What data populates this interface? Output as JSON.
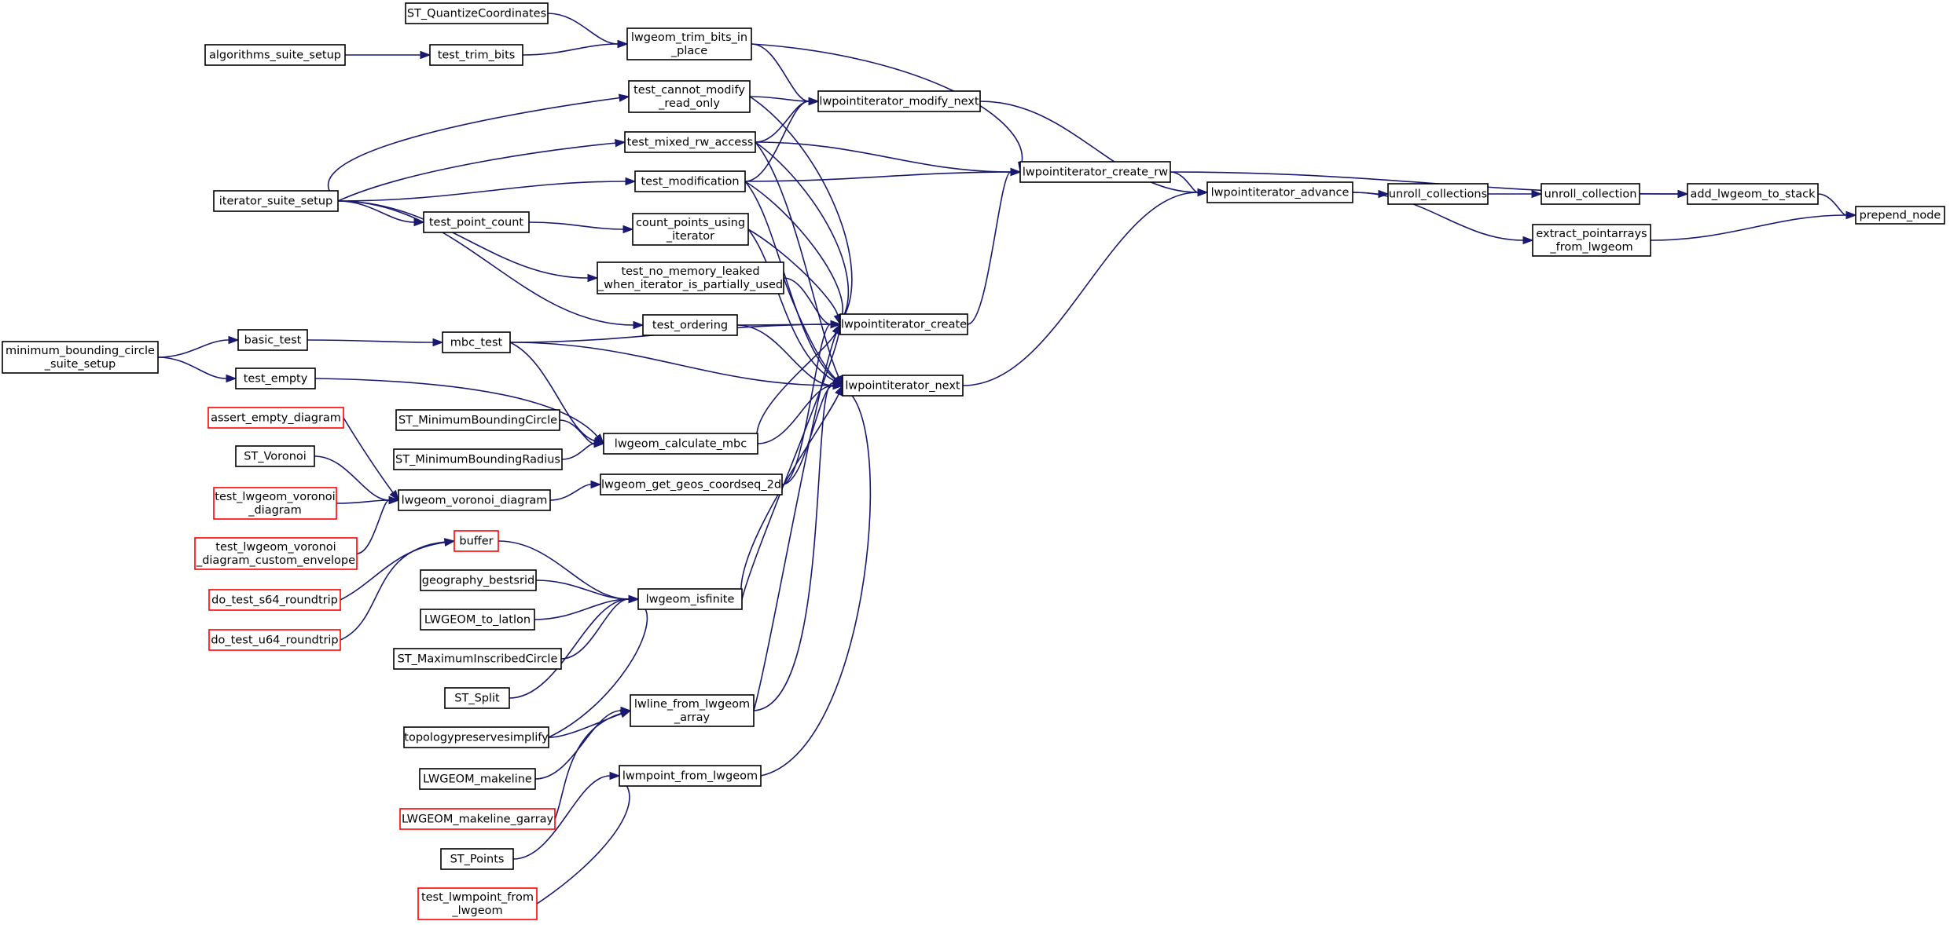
{
  "colors": {
    "edge": "#191970",
    "node_border": "#000000",
    "node_border_external": "#ff0000",
    "focus_fill": "#bfbfbf"
  },
  "nodes": [
    {
      "id": "prepend_node",
      "lines": [
        "prepend_node"
      ],
      "kind": "focus"
    },
    {
      "id": "add_lwgeom_to_stack",
      "lines": [
        "add_lwgeom_to_stack"
      ],
      "kind": "normal"
    },
    {
      "id": "extract_pointarrays_from_lwgeom",
      "lines": [
        "extract_pointarrays",
        "_from_lwgeom"
      ],
      "kind": "normal"
    },
    {
      "id": "unroll_collection",
      "lines": [
        "unroll_collection"
      ],
      "kind": "normal"
    },
    {
      "id": "unroll_collections",
      "lines": [
        "unroll_collections"
      ],
      "kind": "normal"
    },
    {
      "id": "lwpointiterator_advance",
      "lines": [
        "lwpointiterator_advance"
      ],
      "kind": "normal"
    },
    {
      "id": "lwpointiterator_create_rw",
      "lines": [
        "lwpointiterator_create_rw"
      ],
      "kind": "normal"
    },
    {
      "id": "lwpointiterator_modify_next",
      "lines": [
        "lwpointiterator_modify_next"
      ],
      "kind": "normal"
    },
    {
      "id": "lwpointiterator_create",
      "lines": [
        "lwpointiterator_create"
      ],
      "kind": "normal"
    },
    {
      "id": "lwpointiterator_next",
      "lines": [
        "lwpointiterator_next"
      ],
      "kind": "normal"
    },
    {
      "id": "lwgeom_trim_bits_in_place",
      "lines": [
        "lwgeom_trim_bits_in",
        "_place"
      ],
      "kind": "normal"
    },
    {
      "id": "ST_QuantizeCoordinates",
      "lines": [
        "ST_QuantizeCoordinates"
      ],
      "kind": "normal"
    },
    {
      "id": "test_trim_bits",
      "lines": [
        "test_trim_bits"
      ],
      "kind": "normal"
    },
    {
      "id": "algorithms_suite_setup",
      "lines": [
        "algorithms_suite_setup"
      ],
      "kind": "normal"
    },
    {
      "id": "test_cannot_modify_read_only",
      "lines": [
        "test_cannot_modify",
        "_read_only"
      ],
      "kind": "normal"
    },
    {
      "id": "test_mixed_rw_access",
      "lines": [
        "test_mixed_rw_access"
      ],
      "kind": "normal"
    },
    {
      "id": "test_modification",
      "lines": [
        "test_modification"
      ],
      "kind": "normal"
    },
    {
      "id": "iterator_suite_setup",
      "lines": [
        "iterator_suite_setup"
      ],
      "kind": "normal"
    },
    {
      "id": "test_point_count",
      "lines": [
        "test_point_count"
      ],
      "kind": "normal"
    },
    {
      "id": "count_points_using_iterator",
      "lines": [
        "count_points_using",
        "_iterator"
      ],
      "kind": "normal"
    },
    {
      "id": "test_no_memory_leaked",
      "lines": [
        "test_no_memory_leaked",
        "_when_iterator_is_partially_used"
      ],
      "kind": "normal"
    },
    {
      "id": "test_ordering",
      "lines": [
        "test_ordering"
      ],
      "kind": "normal"
    },
    {
      "id": "mbc_test",
      "lines": [
        "mbc_test"
      ],
      "kind": "normal"
    },
    {
      "id": "basic_test",
      "lines": [
        "basic_test"
      ],
      "kind": "normal"
    },
    {
      "id": "minimum_bounding_circle_suite_setup",
      "lines": [
        "minimum_bounding_circle",
        "_suite_setup"
      ],
      "kind": "normal"
    },
    {
      "id": "test_empty",
      "lines": [
        "test_empty"
      ],
      "kind": "normal"
    },
    {
      "id": "ST_MinimumBoundingCircle",
      "lines": [
        "ST_MinimumBoundingCircle"
      ],
      "kind": "normal"
    },
    {
      "id": "ST_MinimumBoundingRadius",
      "lines": [
        "ST_MinimumBoundingRadius"
      ],
      "kind": "normal"
    },
    {
      "id": "lwgeom_calculate_mbc",
      "lines": [
        "lwgeom_calculate_mbc"
      ],
      "kind": "normal"
    },
    {
      "id": "lwgeom_get_geos_coordseq_2d",
      "lines": [
        "lwgeom_get_geos_coordseq_2d"
      ],
      "kind": "normal"
    },
    {
      "id": "lwgeom_voronoi_diagram",
      "lines": [
        "lwgeom_voronoi_diagram"
      ],
      "kind": "normal"
    },
    {
      "id": "assert_empty_diagram",
      "lines": [
        "assert_empty_diagram"
      ],
      "kind": "external"
    },
    {
      "id": "ST_Voronoi",
      "lines": [
        "ST_Voronoi"
      ],
      "kind": "normal"
    },
    {
      "id": "test_lwgeom_voronoi_diagram",
      "lines": [
        "test_lwgeom_voronoi",
        "_diagram"
      ],
      "kind": "external"
    },
    {
      "id": "test_lwgeom_voronoi_diagram_custom_envelope",
      "lines": [
        "test_lwgeom_voronoi",
        "_diagram_custom_envelope"
      ],
      "kind": "external"
    },
    {
      "id": "buffer",
      "lines": [
        "buffer"
      ],
      "kind": "external"
    },
    {
      "id": "do_test_s64_roundtrip",
      "lines": [
        "do_test_s64_roundtrip"
      ],
      "kind": "external"
    },
    {
      "id": "do_test_u64_roundtrip",
      "lines": [
        "do_test_u64_roundtrip"
      ],
      "kind": "external"
    },
    {
      "id": "geography_bestsrid",
      "lines": [
        "geography_bestsrid"
      ],
      "kind": "normal"
    },
    {
      "id": "LWGEOM_to_latlon",
      "lines": [
        "LWGEOM_to_latlon"
      ],
      "kind": "normal"
    },
    {
      "id": "ST_MaximumInscribedCircle",
      "lines": [
        "ST_MaximumInscribedCircle"
      ],
      "kind": "normal"
    },
    {
      "id": "ST_Split",
      "lines": [
        "ST_Split"
      ],
      "kind": "normal"
    },
    {
      "id": "topologypreservesimplify",
      "lines": [
        "topologypreservesimplify"
      ],
      "kind": "normal"
    },
    {
      "id": "lwgeom_isfinite",
      "lines": [
        "lwgeom_isfinite"
      ],
      "kind": "normal"
    },
    {
      "id": "lwline_from_lwgeom_array",
      "lines": [
        "lwline_from_lwgeom",
        "_array"
      ],
      "kind": "normal"
    },
    {
      "id": "lwmpoint_from_lwgeom",
      "lines": [
        "lwmpoint_from_lwgeom"
      ],
      "kind": "normal"
    },
    {
      "id": "LWGEOM_makeline",
      "lines": [
        "LWGEOM_makeline"
      ],
      "kind": "normal"
    },
    {
      "id": "LWGEOM_makeline_garray",
      "lines": [
        "LWGEOM_makeline_garray"
      ],
      "kind": "external"
    },
    {
      "id": "ST_Points",
      "lines": [
        "ST_Points"
      ],
      "kind": "normal"
    },
    {
      "id": "test_lwmpoint_from_lwgeom",
      "lines": [
        "test_lwmpoint_from",
        "_lwgeom"
      ],
      "kind": "external"
    }
  ],
  "edges": [
    {
      "from": "add_lwgeom_to_stack",
      "to": "prepend_node"
    },
    {
      "from": "extract_pointarrays_from_lwgeom",
      "to": "prepend_node"
    },
    {
      "from": "unroll_collection",
      "to": "add_lwgeom_to_stack"
    },
    {
      "from": "lwpointiterator_create_rw",
      "to": "add_lwgeom_to_stack"
    },
    {
      "from": "unroll_collections",
      "to": "unroll_collection"
    },
    {
      "from": "lwpointiterator_advance",
      "to": "unroll_collections"
    },
    {
      "from": "lwpointiterator_advance",
      "to": "extract_pointarrays_from_lwgeom"
    },
    {
      "from": "lwpointiterator_modify_next",
      "to": "lwpointiterator_advance"
    },
    {
      "from": "lwpointiterator_create_rw",
      "to": "lwpointiterator_advance"
    },
    {
      "from": "lwpointiterator_next",
      "to": "lwpointiterator_advance"
    },
    {
      "from": "lwgeom_trim_bits_in_place",
      "to": "lwpointiterator_create_rw"
    },
    {
      "from": "test_mixed_rw_access",
      "to": "lwpointiterator_create_rw"
    },
    {
      "from": "test_modification",
      "to": "lwpointiterator_create_rw"
    },
    {
      "from": "lwpointiterator_create",
      "to": "lwpointiterator_create_rw"
    },
    {
      "from": "lwgeom_trim_bits_in_place",
      "to": "lwpointiterator_modify_next"
    },
    {
      "from": "test_cannot_modify_read_only",
      "to": "lwpointiterator_modify_next"
    },
    {
      "from": "test_mixed_rw_access",
      "to": "lwpointiterator_modify_next"
    },
    {
      "from": "test_modification",
      "to": "lwpointiterator_modify_next"
    },
    {
      "from": "ST_QuantizeCoordinates",
      "to": "lwgeom_trim_bits_in_place"
    },
    {
      "from": "test_trim_bits",
      "to": "lwgeom_trim_bits_in_place"
    },
    {
      "from": "algorithms_suite_setup",
      "to": "test_trim_bits"
    },
    {
      "from": "iterator_suite_setup",
      "to": "test_cannot_modify_read_only"
    },
    {
      "from": "iterator_suite_setup",
      "to": "test_mixed_rw_access"
    },
    {
      "from": "iterator_suite_setup",
      "to": "test_modification"
    },
    {
      "from": "iterator_suite_setup",
      "to": "test_point_count"
    },
    {
      "from": "iterator_suite_setup",
      "to": "test_no_memory_leaked"
    },
    {
      "from": "iterator_suite_setup",
      "to": "test_ordering"
    },
    {
      "from": "test_point_count",
      "to": "count_points_using_iterator"
    },
    {
      "from": "test_cannot_modify_read_only",
      "to": "lwpointiterator_create"
    },
    {
      "from": "test_mixed_rw_access",
      "to": "lwpointiterator_create"
    },
    {
      "from": "test_modification",
      "to": "lwpointiterator_create"
    },
    {
      "from": "count_points_using_iterator",
      "to": "lwpointiterator_create"
    },
    {
      "from": "test_no_memory_leaked",
      "to": "lwpointiterator_create"
    },
    {
      "from": "test_ordering",
      "to": "lwpointiterator_create"
    },
    {
      "from": "mbc_test",
      "to": "lwpointiterator_create"
    },
    {
      "from": "lwgeom_calculate_mbc",
      "to": "lwpointiterator_create"
    },
    {
      "from": "lwgeom_get_geos_coordseq_2d",
      "to": "lwpointiterator_create"
    },
    {
      "from": "lwgeom_isfinite",
      "to": "lwpointiterator_create"
    },
    {
      "from": "lwline_from_lwgeom_array",
      "to": "lwpointiterator_create"
    },
    {
      "from": "test_mixed_rw_access",
      "to": "lwpointiterator_next"
    },
    {
      "from": "test_modification",
      "to": "lwpointiterator_next"
    },
    {
      "from": "count_points_using_iterator",
      "to": "lwpointiterator_next"
    },
    {
      "from": "test_no_memory_leaked",
      "to": "lwpointiterator_next"
    },
    {
      "from": "test_ordering",
      "to": "lwpointiterator_next"
    },
    {
      "from": "mbc_test",
      "to": "lwpointiterator_next"
    },
    {
      "from": "lwgeom_calculate_mbc",
      "to": "lwpointiterator_next"
    },
    {
      "from": "lwgeom_get_geos_coordseq_2d",
      "to": "lwpointiterator_next"
    },
    {
      "from": "lwgeom_isfinite",
      "to": "lwpointiterator_next"
    },
    {
      "from": "lwline_from_lwgeom_array",
      "to": "lwpointiterator_next"
    },
    {
      "from": "lwmpoint_from_lwgeom",
      "to": "lwpointiterator_next"
    },
    {
      "from": "minimum_bounding_circle_suite_setup",
      "to": "basic_test"
    },
    {
      "from": "minimum_bounding_circle_suite_setup",
      "to": "test_empty"
    },
    {
      "from": "basic_test",
      "to": "mbc_test"
    },
    {
      "from": "mbc_test",
      "to": "lwgeom_calculate_mbc"
    },
    {
      "from": "test_empty",
      "to": "lwgeom_calculate_mbc"
    },
    {
      "from": "ST_MinimumBoundingCircle",
      "to": "lwgeom_calculate_mbc"
    },
    {
      "from": "ST_MinimumBoundingRadius",
      "to": "lwgeom_calculate_mbc"
    },
    {
      "from": "lwgeom_voronoi_diagram",
      "to": "lwgeom_get_geos_coordseq_2d"
    },
    {
      "from": "assert_empty_diagram",
      "to": "lwgeom_voronoi_diagram"
    },
    {
      "from": "ST_Voronoi",
      "to": "lwgeom_voronoi_diagram"
    },
    {
      "from": "test_lwgeom_voronoi_diagram",
      "to": "lwgeom_voronoi_diagram"
    },
    {
      "from": "test_lwgeom_voronoi_diagram_custom_envelope",
      "to": "lwgeom_voronoi_diagram"
    },
    {
      "from": "do_test_s64_roundtrip",
      "to": "buffer"
    },
    {
      "from": "do_test_u64_roundtrip",
      "to": "buffer"
    },
    {
      "from": "buffer",
      "to": "lwgeom_isfinite"
    },
    {
      "from": "geography_bestsrid",
      "to": "lwgeom_isfinite"
    },
    {
      "from": "LWGEOM_to_latlon",
      "to": "lwgeom_isfinite"
    },
    {
      "from": "ST_MaximumInscribedCircle",
      "to": "lwgeom_isfinite"
    },
    {
      "from": "ST_Split",
      "to": "lwgeom_isfinite"
    },
    {
      "from": "topologypreservesimplify",
      "to": "lwgeom_isfinite"
    },
    {
      "from": "topologypreservesimplify",
      "to": "lwline_from_lwgeom_array"
    },
    {
      "from": "LWGEOM_makeline",
      "to": "lwline_from_lwgeom_array"
    },
    {
      "from": "LWGEOM_makeline_garray",
      "to": "lwline_from_lwgeom_array"
    },
    {
      "from": "ST_Points",
      "to": "lwmpoint_from_lwgeom"
    },
    {
      "from": "test_lwmpoint_from_lwgeom",
      "to": "lwmpoint_from_lwgeom"
    }
  ]
}
